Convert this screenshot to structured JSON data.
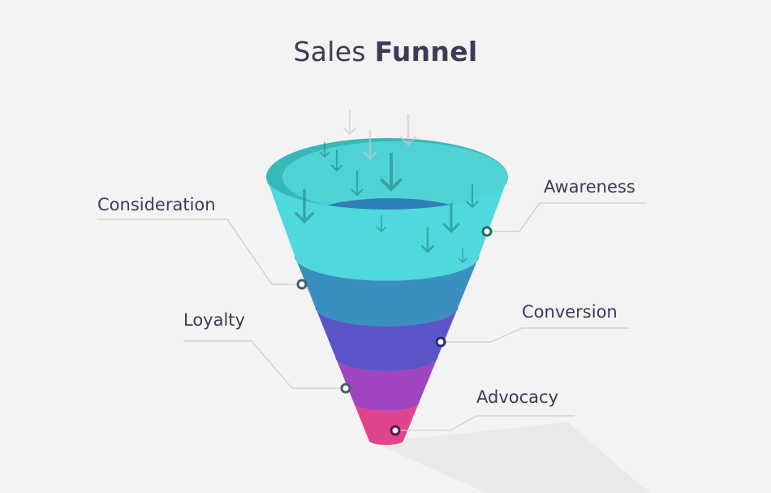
{
  "title": {
    "regular": "Sales",
    "bold": "Funnel"
  },
  "stages": [
    {
      "label": "Awareness",
      "color": "#4fd9dc"
    },
    {
      "label": "Consideration",
      "color": "#3a8fc0"
    },
    {
      "label": "Conversion",
      "color": "#5a55c8"
    },
    {
      "label": "Loyalty",
      "color": "#a144c0"
    },
    {
      "label": "Advocacy",
      "color": "#e0448f"
    }
  ]
}
